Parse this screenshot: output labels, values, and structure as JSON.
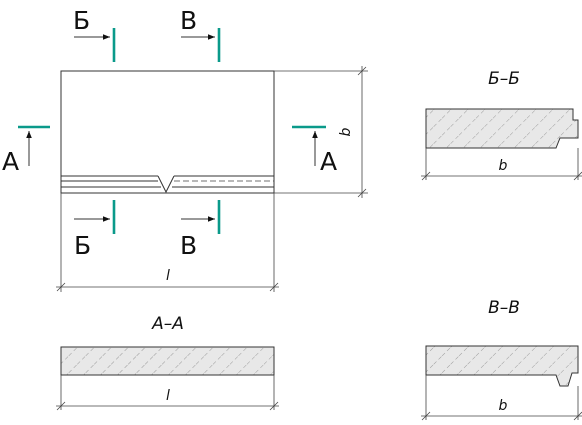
{
  "plan": {
    "label_A_left": "А",
    "label_A_right": "А",
    "label_B_top": "Б",
    "label_B_bottom": "Б",
    "label_V_top": "В",
    "label_V_bottom": "В",
    "dim_length": "l",
    "dim_width": "b"
  },
  "sections": {
    "aa": {
      "title": "А–А",
      "dim": "l"
    },
    "bb": {
      "title": "Б–Б",
      "dim": "b"
    },
    "vv": {
      "title": "В–В",
      "dim": "b"
    }
  },
  "colors": {
    "cut_mark": "#0a9a8a",
    "line": "#333333",
    "hatch_fill": "#e6e6e6"
  }
}
